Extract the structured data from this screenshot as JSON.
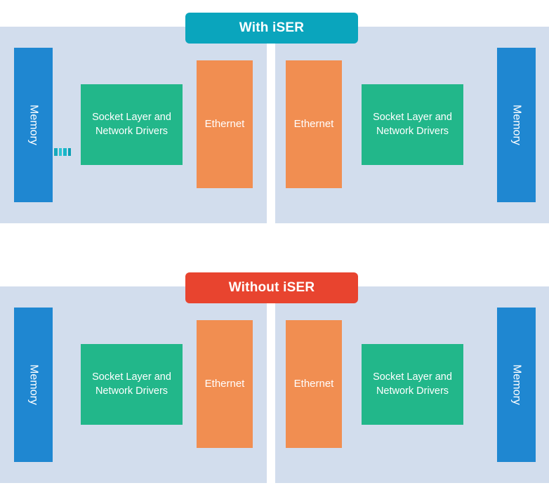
{
  "colors": {
    "panel_background": "#d2dded",
    "page_background": "#ffffff",
    "memory_block": "#1f87d1",
    "socket_block": "#22b78a",
    "ethernet_block": "#f18e51",
    "badge_with_iser": "#0aa5bd",
    "badge_without_iser": "#e8442f",
    "connector": "#19b6c9",
    "block_text": "#ffffff"
  },
  "sections": [
    {
      "id": "with-iser",
      "badge_label": "With iSER",
      "badge_color": "#0aa5bd",
      "has_connector": true,
      "left_panel": {
        "memory_label": "Memory",
        "socket_label": "Socket Layer and Network Drivers",
        "ethernet_label": "Ethernet"
      },
      "right_panel": {
        "ethernet_label": "Ethernet",
        "socket_label": "Socket Layer and Network Drivers",
        "memory_label": "Memory"
      }
    },
    {
      "id": "without-iser",
      "badge_label": "Without iSER",
      "badge_color": "#e8442f",
      "has_connector": false,
      "left_panel": {
        "memory_label": "Memory",
        "socket_label": "Socket Layer and Network Drivers",
        "ethernet_label": "Ethernet"
      },
      "right_panel": {
        "ethernet_label": "Ethernet",
        "socket_label": "Socket Layer and Network Drivers",
        "memory_label": "Memory"
      }
    }
  ]
}
